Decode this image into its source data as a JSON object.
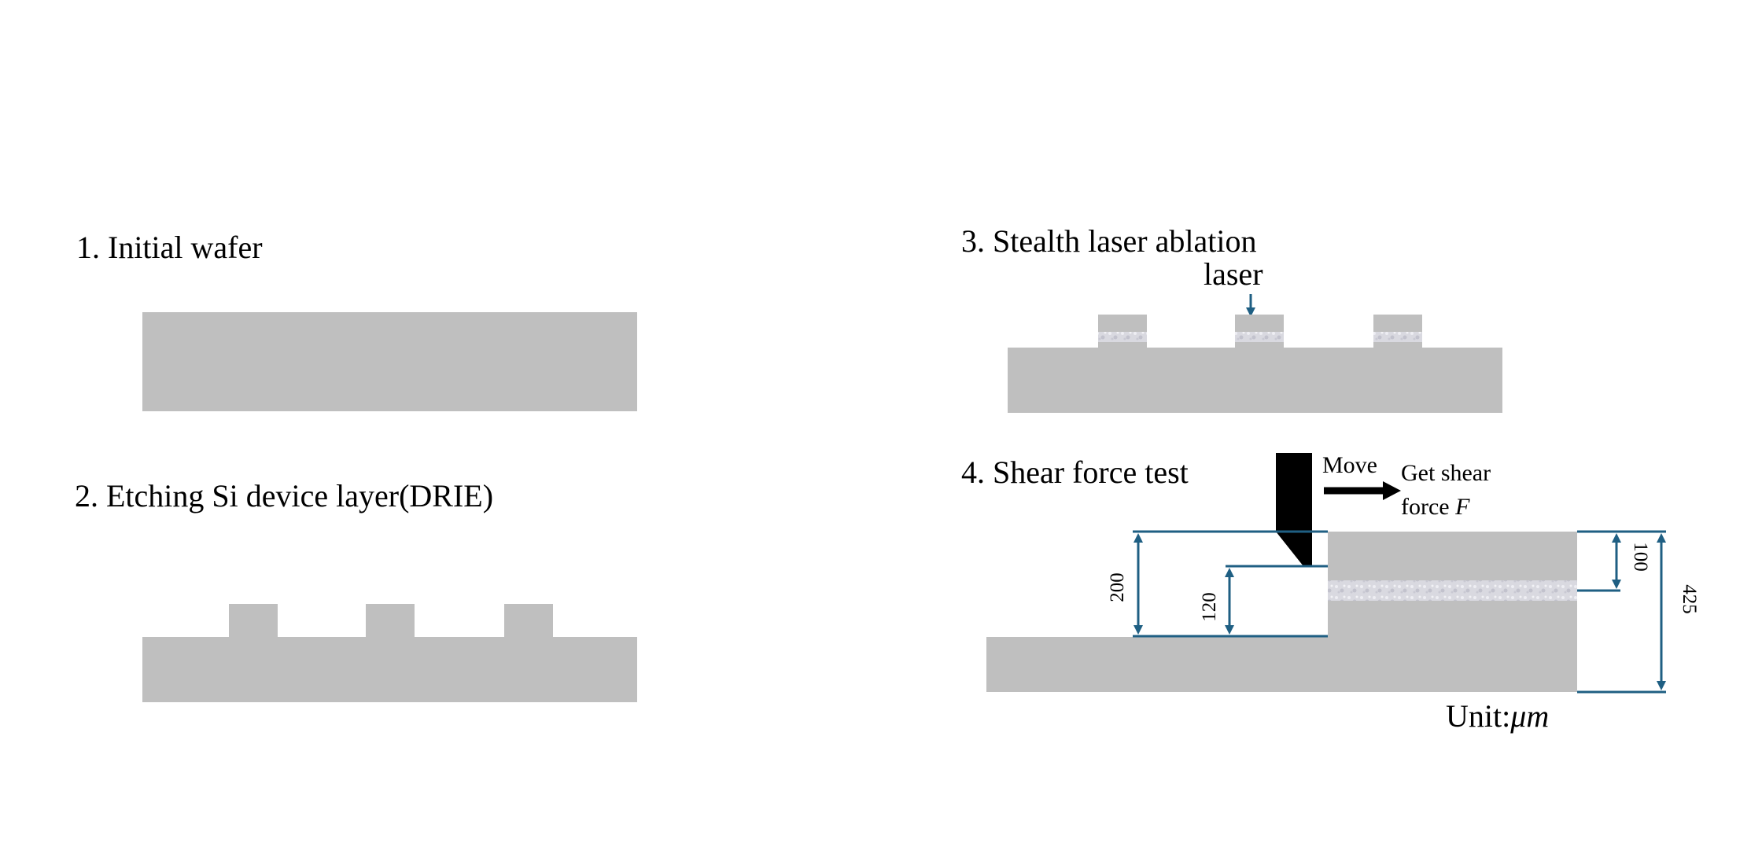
{
  "steps": [
    {
      "title": "1. Initial wafer"
    },
    {
      "title": "2. Etching Si device layer(DRIE)"
    },
    {
      "title": "3. Stealth laser ablation"
    },
    {
      "title": "4. Shear force test"
    }
  ],
  "labels": {
    "laser": "laser",
    "move": "Move",
    "get_shear_line1": "Get shear",
    "get_shear_line2": "force ",
    "force_symbol": "F",
    "unit_prefix": "Unit:",
    "unit_symbol": "μm"
  },
  "dimensions": {
    "pillar_total": "200",
    "tool_height": "120",
    "cut_depth": "100",
    "total_height": "425"
  },
  "colors": {
    "silicon": "#bfbfbf",
    "dimension_line": "#1f5f83",
    "tool": "#000000",
    "ablation_layer": "#d4d4dc"
  }
}
